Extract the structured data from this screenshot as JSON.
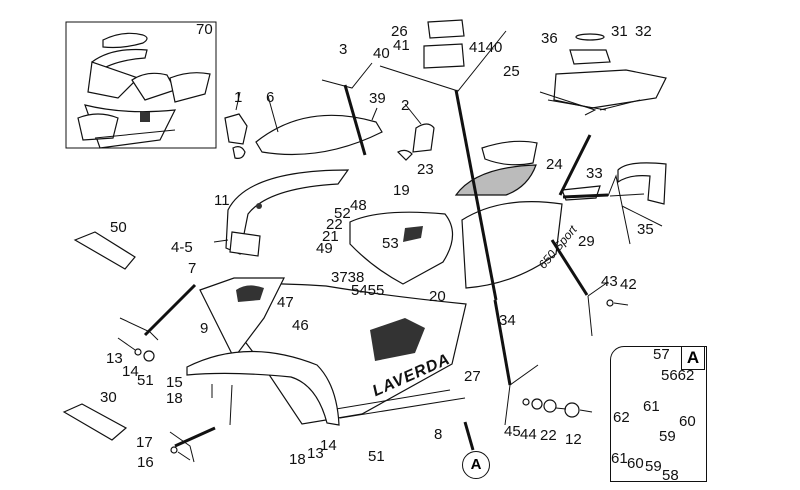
{
  "diagram": {
    "title": "Laverda 650 Sport bodywork exploded parts diagram",
    "inset_overview": {
      "ref": "70"
    },
    "detail_box": {
      "tag": "A",
      "refs": [
        "57",
        "5662",
        "61",
        "60",
        "59",
        "62",
        "61",
        "60",
        "59",
        "58"
      ]
    },
    "callout_circle": "A",
    "decals": [
      "LAVERDA",
      "650 Sport"
    ],
    "labels": [
      {
        "id": "70",
        "text": "70"
      },
      {
        "id": "1",
        "text": "1"
      },
      {
        "id": "6",
        "text": "6"
      },
      {
        "id": "3",
        "text": "3"
      },
      {
        "id": "39",
        "text": "39"
      },
      {
        "id": "2",
        "text": "2"
      },
      {
        "id": "26",
        "text": "26"
      },
      {
        "id": "41a",
        "text": "41"
      },
      {
        "id": "40a",
        "text": "40"
      },
      {
        "id": "4140",
        "text": "4140"
      },
      {
        "id": "25",
        "text": "25"
      },
      {
        "id": "36",
        "text": "36"
      },
      {
        "id": "31",
        "text": "31"
      },
      {
        "id": "32",
        "text": "32"
      },
      {
        "id": "23",
        "text": "23"
      },
      {
        "id": "24",
        "text": "24"
      },
      {
        "id": "33",
        "text": "33"
      },
      {
        "id": "35",
        "text": "35"
      },
      {
        "id": "29",
        "text": "29"
      },
      {
        "id": "43",
        "text": "43"
      },
      {
        "id": "42",
        "text": "42"
      },
      {
        "id": "11",
        "text": "11"
      },
      {
        "id": "19",
        "text": "19"
      },
      {
        "id": "48",
        "text": "48"
      },
      {
        "id": "52",
        "text": "52"
      },
      {
        "id": "22a",
        "text": "22"
      },
      {
        "id": "21",
        "text": "21"
      },
      {
        "id": "49",
        "text": "49"
      },
      {
        "id": "53",
        "text": "53"
      },
      {
        "id": "3738",
        "text": "3738"
      },
      {
        "id": "5455",
        "text": "5455"
      },
      {
        "id": "20",
        "text": "20"
      },
      {
        "id": "34",
        "text": "34"
      },
      {
        "id": "50",
        "text": "50"
      },
      {
        "id": "4-5",
        "text": "4-5"
      },
      {
        "id": "7",
        "text": "7"
      },
      {
        "id": "47",
        "text": "47"
      },
      {
        "id": "46",
        "text": "46"
      },
      {
        "id": "9",
        "text": "9"
      },
      {
        "id": "13a",
        "text": "13"
      },
      {
        "id": "14a",
        "text": "14"
      },
      {
        "id": "51a",
        "text": "51"
      },
      {
        "id": "15",
        "text": "15"
      },
      {
        "id": "18a",
        "text": "18"
      },
      {
        "id": "30",
        "text": "30"
      },
      {
        "id": "17",
        "text": "17"
      },
      {
        "id": "16",
        "text": "16"
      },
      {
        "id": "18b",
        "text": "18"
      },
      {
        "id": "13b",
        "text": "13"
      },
      {
        "id": "14b",
        "text": "14"
      },
      {
        "id": "51b",
        "text": "51"
      },
      {
        "id": "8",
        "text": "8"
      },
      {
        "id": "27",
        "text": "27"
      },
      {
        "id": "45",
        "text": "45"
      },
      {
        "id": "44",
        "text": "44"
      },
      {
        "id": "22b",
        "text": "22"
      },
      {
        "id": "12",
        "text": "12"
      },
      {
        "id": "57",
        "text": "57"
      },
      {
        "id": "5662",
        "text": "5662"
      },
      {
        "id": "61a",
        "text": "61"
      },
      {
        "id": "60a",
        "text": "60"
      },
      {
        "id": "62",
        "text": "62"
      },
      {
        "id": "59a",
        "text": "59"
      },
      {
        "id": "61b",
        "text": "61"
      },
      {
        "id": "60b",
        "text": "60"
      },
      {
        "id": "59b",
        "text": "59"
      },
      {
        "id": "58",
        "text": "58"
      }
    ]
  }
}
